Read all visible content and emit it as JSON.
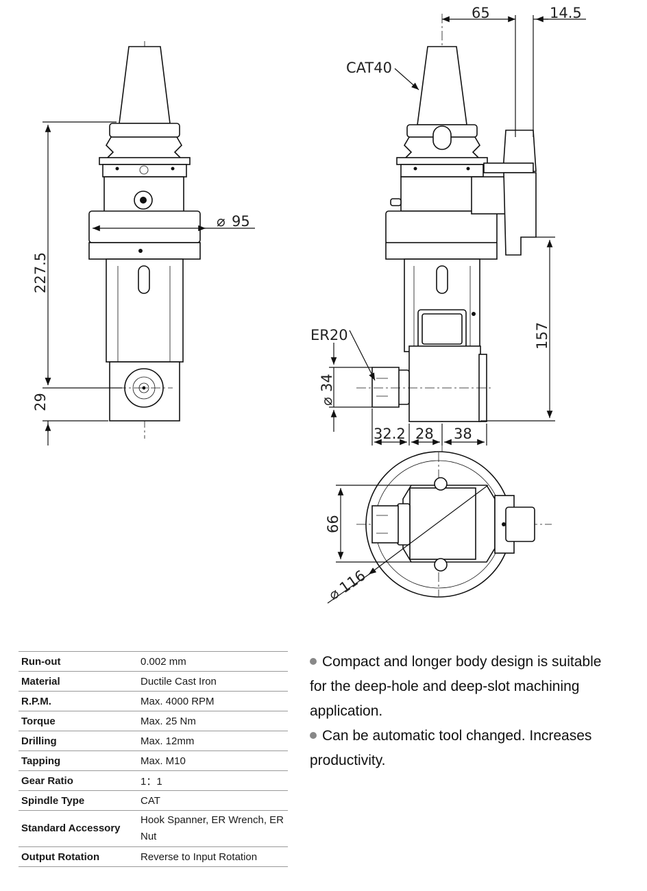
{
  "drawing": {
    "dimensions": {
      "overall_height": "227.5",
      "spindle_offset": "29",
      "flange_diameter": "95",
      "side_width_a": "65",
      "side_width_b": "14.5",
      "taper": "CAT40",
      "collet": "ER20",
      "nose_diameter": "34",
      "output_height": "157",
      "len_a": "32.2",
      "len_b": "28",
      "len_c": "38",
      "body_width": "66",
      "swing_diameter": "116"
    }
  },
  "specs": [
    {
      "key": "Run-out",
      "value": "0.002 mm"
    },
    {
      "key": "Material",
      "value": "Ductile Cast Iron"
    },
    {
      "key": "R.P.M.",
      "value": "Max. 4000 RPM"
    },
    {
      "key": "Torque",
      "value": "Max. 25 Nm"
    },
    {
      "key": "Drilling",
      "value": "Max. 12mm"
    },
    {
      "key": "Tapping",
      "value": "Max. M10"
    },
    {
      "key": "Gear Ratio",
      "value": "1：1"
    },
    {
      "key": "Spindle Type",
      "value": "CAT"
    },
    {
      "key": "Standard Accessory",
      "value": "Hook Spanner, ER Wrench, ER Nut"
    },
    {
      "key": "Output Rotation",
      "value": "Reverse to Input Rotation"
    }
  ],
  "features": [
    "Compact and longer body design is suitable for the deep-hole and deep-slot machining application.",
    "Can be automatic tool changed. Increases productivity."
  ]
}
